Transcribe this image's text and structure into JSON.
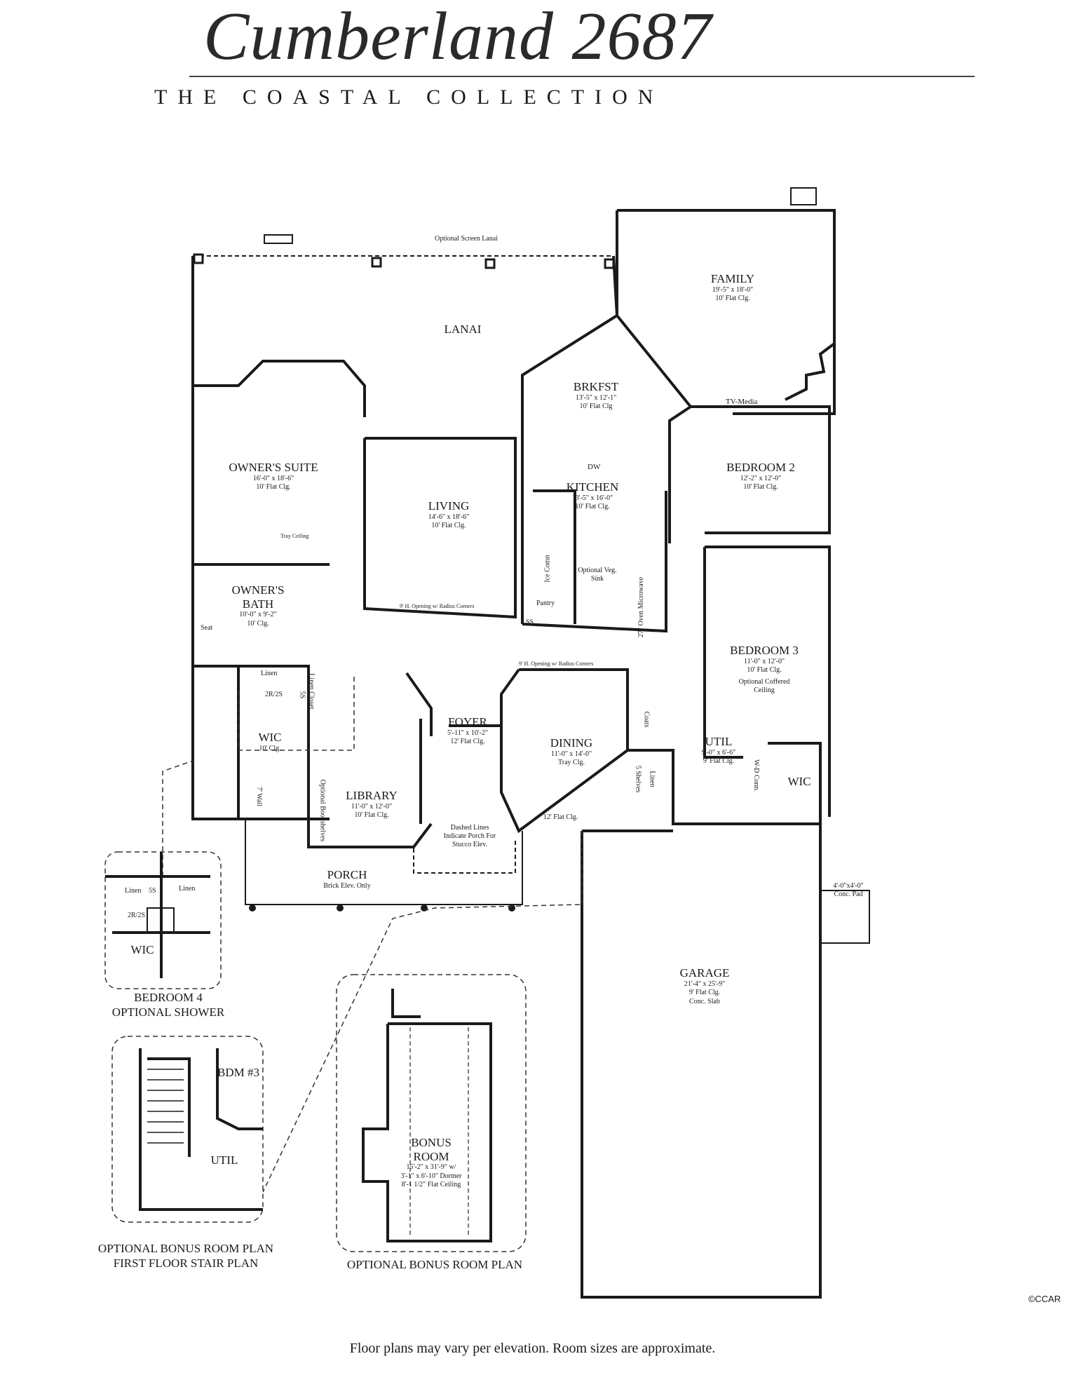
{
  "header": {
    "title": "Cumberland 2687",
    "subtitle": "THE COASTAL COLLECTION"
  },
  "rooms": {
    "family": {
      "name": "FAMILY",
      "size": "19'-5\" x 18'-0\"",
      "ceiling": "10' Flat Clg."
    },
    "lanai": {
      "name": "LANAI"
    },
    "screen_lanai": "Optional Screen Lanai",
    "brkfst": {
      "name": "BRKFST",
      "size": "13'-5\" x 12'-1\"",
      "ceiling": "10' Flat Clg"
    },
    "tv_media": "TV-Media",
    "owners_suite": {
      "name": "OWNER'S SUITE",
      "size": "16'-0\" x 18'-6\"",
      "ceiling": "10' Flat Clg.",
      "note": "Tray Ceiling"
    },
    "living": {
      "name": "LIVING",
      "size": "14'-6\" x 18'-6\"",
      "ceiling": "10' Flat Clg."
    },
    "kitchen": {
      "name": "KITCHEN",
      "size": "13'-5\" x 16'-0\"",
      "ceiling": "10' Flat Clg.",
      "sink": "Optional Veg. Sink",
      "dw": "DW",
      "pantry": "Pantry",
      "ss": "SS",
      "oven": "27\" Oven Microwave",
      "ice": "Ice Comn"
    },
    "bedroom2": {
      "name": "BEDROOM 2",
      "size": "12'-2\" x 12'-0\"",
      "ceiling": "10' Flat Clg."
    },
    "owners_bath": {
      "name": "OWNER'S BATH",
      "size": "10'-0\" x 9'-2\"",
      "ceiling": "10' Clg.",
      "seat": "Seat"
    },
    "opening_living": "9' H. Opening w/ Radius Corners",
    "opening_dining": "9' H. Opening w/ Radius Corners",
    "bedroom3": {
      "name": "BEDROOM 3",
      "size": "11'-0\" x 12'-0\"",
      "ceiling": "10' Flat Clg.",
      "note": "Optional Coffered Ceiling"
    },
    "linen": "Linen",
    "linen_closet": "Linen Closet",
    "ss5": "5S",
    "r2s2": "2R/2S",
    "wic": {
      "name": "WIC",
      "ceiling": "10' Clg.",
      "wall": "7' Wall"
    },
    "foyer": {
      "name": "FOYER",
      "size": "5'-11\" x 10'-2\"",
      "ceiling": "12' Flat Clg."
    },
    "dining": {
      "name": "DINING",
      "size": "11'-0\" x 14'-0\"",
      "ceiling": "Tray Clg.",
      "flat": "12' Flat Clg."
    },
    "coats": "Coats",
    "util": {
      "name": "UTIL",
      "size": "9'-0\" x 6'-6\"",
      "ceiling": "9' Flat Clg.",
      "shelves": "5 Shelves",
      "linen": "Linen",
      "wd": "W-D Conn."
    },
    "wic2": "WIC",
    "library": {
      "name": "LIBRARY",
      "size": "11'-0\" x 12'-0\"",
      "ceiling": "10' Flat Clg.",
      "bookshelves": "Optional Bookshelves"
    },
    "dashed_note": "Dashed Lines Indicate Porch For Stucco Elev.",
    "porch": {
      "name": "PORCH",
      "note": "Brick Elev. Only"
    },
    "conc_pad": "4'-0\"x4'-0\" Conc. Pad",
    "garage": {
      "name": "GARAGE",
      "size": "21'-4\" x 25'-9\"",
      "ceiling": "9' Flat Clg.",
      "slab": "Conc. Slab"
    }
  },
  "insets": {
    "bedroom4": {
      "caption_line1": "BEDROOM 4",
      "caption_line2": "OPTIONAL SHOWER",
      "linen_a": "Linen",
      "linen_b": "Linen",
      "ss": "5S",
      "r2s": "2R/2S",
      "wic": "WIC"
    },
    "stair": {
      "caption_line1": "OPTIONAL BONUS ROOM PLAN",
      "caption_line2": "FIRST FLOOR STAIR PLAN",
      "bdm": "BDM #3",
      "util": "UTIL"
    },
    "bonus": {
      "caption": "OPTIONAL BONUS ROOM PLAN",
      "name_line1": "BONUS",
      "name_line2": "ROOM",
      "size": "15'-2\" x 31'-9\" w/",
      "dormer": "3'-1\" x 6'-10\" Dormer",
      "ceiling": "8'-1 1/2\" Flat Ceiling"
    }
  },
  "footer": {
    "disclaimer": "Floor plans may vary per elevation. Room sizes are approximate.",
    "copyright": "©CCAR"
  }
}
